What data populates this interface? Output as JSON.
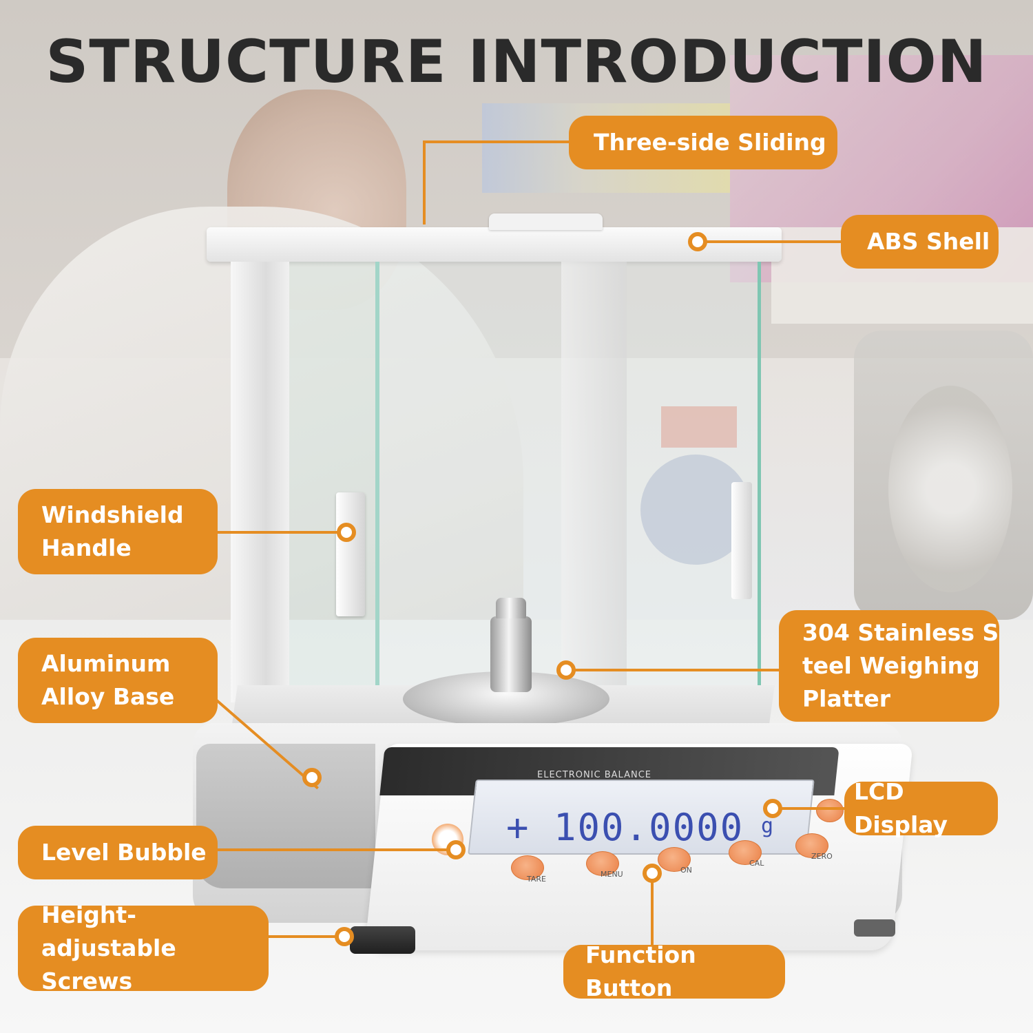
{
  "title": "STRUCTURE INTRODUCTION",
  "callouts": {
    "three_side_sliding": "Three-side Sliding",
    "abs_shell": "ABS Shell",
    "windshield_handle": "Windshield\nHandle",
    "aluminum_alloy_base": "Aluminum\nAlloy Base",
    "stainless_platter": "304 Stainless S\nteel Weighing\nPlatter",
    "lcd_display": "LCD Display",
    "level_bubble": "Level Bubble",
    "height_screws": "Height-adjustable\nScrews",
    "function_button": "Function Button"
  },
  "device": {
    "panel_label": "ELECTRONIC BALANCE",
    "reading": "+ 100.0000",
    "unit": "g",
    "buttons": [
      "TARE",
      "MENU",
      "ON",
      "CAL",
      "ZERO"
    ]
  },
  "colors": {
    "accent": "#e58d22",
    "title": "#2a2a2a",
    "lcd_text": "#3b4fb0"
  }
}
